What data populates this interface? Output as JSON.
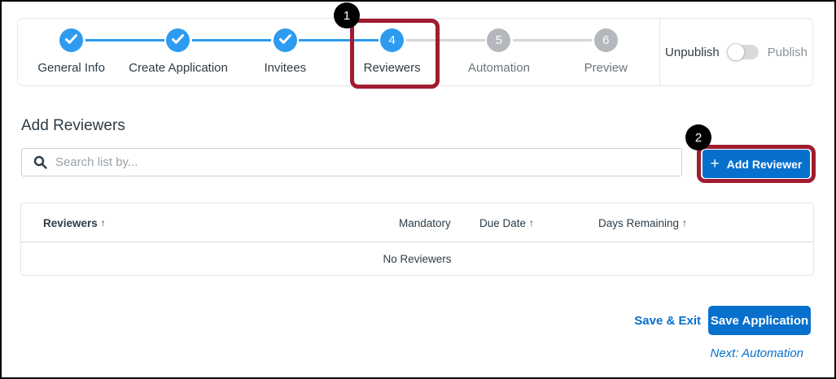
{
  "stepper": {
    "steps": [
      {
        "label": "General Info",
        "state": "done"
      },
      {
        "label": "Create Application",
        "state": "done"
      },
      {
        "label": "Invitees",
        "state": "done"
      },
      {
        "label": "Reviewers",
        "state": "current",
        "number": "4"
      },
      {
        "label": "Automation",
        "state": "future",
        "number": "5"
      },
      {
        "label": "Preview",
        "state": "future",
        "number": "6"
      }
    ],
    "publish_toggle": {
      "off_label": "Unpublish",
      "on_label": "Publish",
      "state": "unpublished"
    }
  },
  "annotations": {
    "callout_1": "1",
    "callout_2": "2",
    "box_color": "#a01c30",
    "badge_color": "#000000"
  },
  "main": {
    "title": "Add Reviewers",
    "search": {
      "placeholder": "Search list by...",
      "value": ""
    },
    "add_reviewer_button": {
      "icon_glyph": "+",
      "label": "Add Reviewer"
    },
    "table": {
      "columns": [
        {
          "label": "Reviewers",
          "sort_icon": "↑"
        },
        {
          "label": "Mandatory",
          "sort_icon": ""
        },
        {
          "label": "Due Date",
          "sort_icon": "↑"
        },
        {
          "label": "Days Remaining",
          "sort_icon": "↑"
        }
      ],
      "rows": [],
      "empty_message": "No Reviewers"
    }
  },
  "footer": {
    "save_exit_label": "Save & Exit",
    "save_application_label": "Save Application",
    "next_hint": "Next: Automation"
  },
  "colors": {
    "step_blue": "#2d9bf0",
    "step_gray": "#b4b7bb",
    "button_blue": "#0770cd",
    "link_blue": "#0770cd",
    "text_dark": "#2D3B45",
    "text_gray": "#6a737b",
    "annotation_red": "#a01c30"
  }
}
